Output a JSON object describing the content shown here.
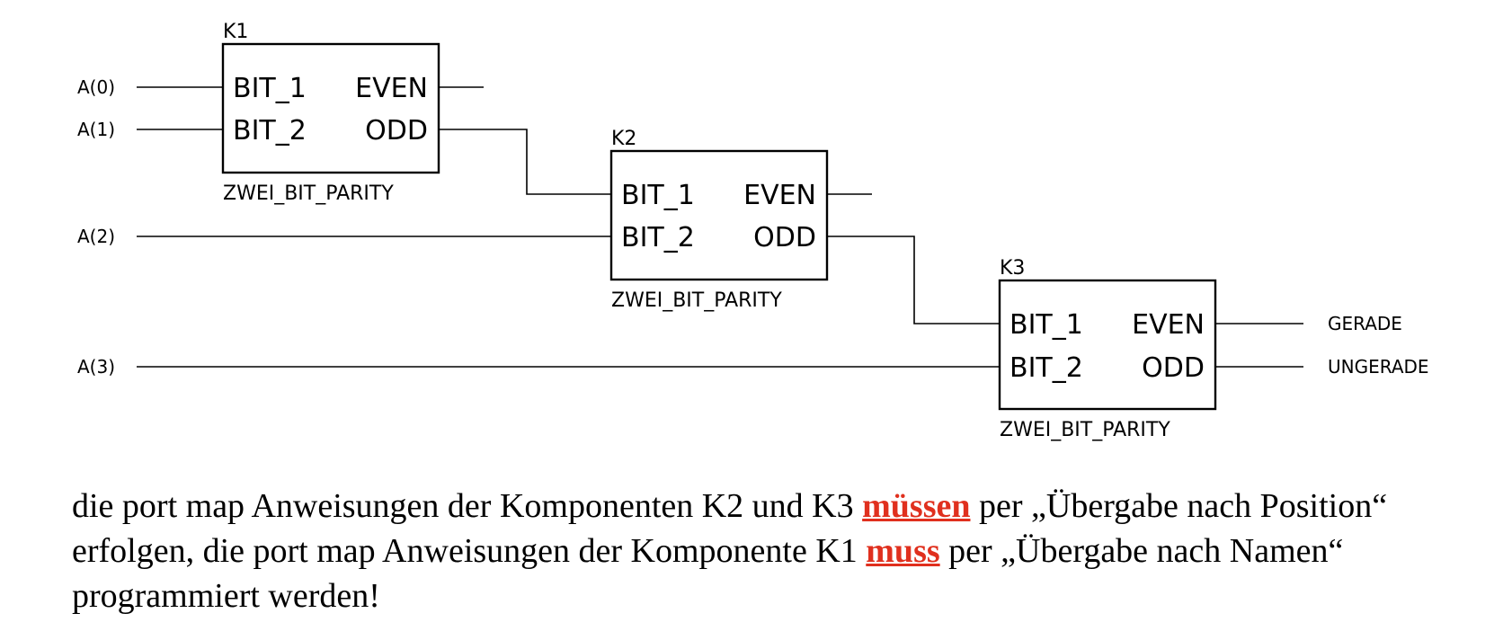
{
  "signals": {
    "a0": "A(0)",
    "a1": "A(1)",
    "a2": "A(2)",
    "a3": "A(3)",
    "gerade": "GERADE",
    "ungerade": "UNGERADE"
  },
  "components": [
    {
      "instance": "K1",
      "type": "ZWEI_BIT_PARITY",
      "in1": "BIT_1",
      "in2": "BIT_2",
      "out1": "EVEN",
      "out2": "ODD"
    },
    {
      "instance": "K2",
      "type": "ZWEI_BIT_PARITY",
      "in1": "BIT_1",
      "in2": "BIT_2",
      "out1": "EVEN",
      "out2": "ODD"
    },
    {
      "instance": "K3",
      "type": "ZWEI_BIT_PARITY",
      "in1": "BIT_1",
      "in2": "BIT_2",
      "out1": "EVEN",
      "out2": "ODD"
    }
  ],
  "note": {
    "part1": "die port map Anweisungen der Komponenten K2 und K3 ",
    "emph1": "müssen",
    "part2": " per „Übergabe nach Position“ erfolgen, die port map Anweisungen der Komponente K1 ",
    "emph2": "muss",
    "part3": " per „Übergabe nach Namen“ programmiert werden!"
  },
  "colors": {
    "emphasis": "#e0301e"
  }
}
